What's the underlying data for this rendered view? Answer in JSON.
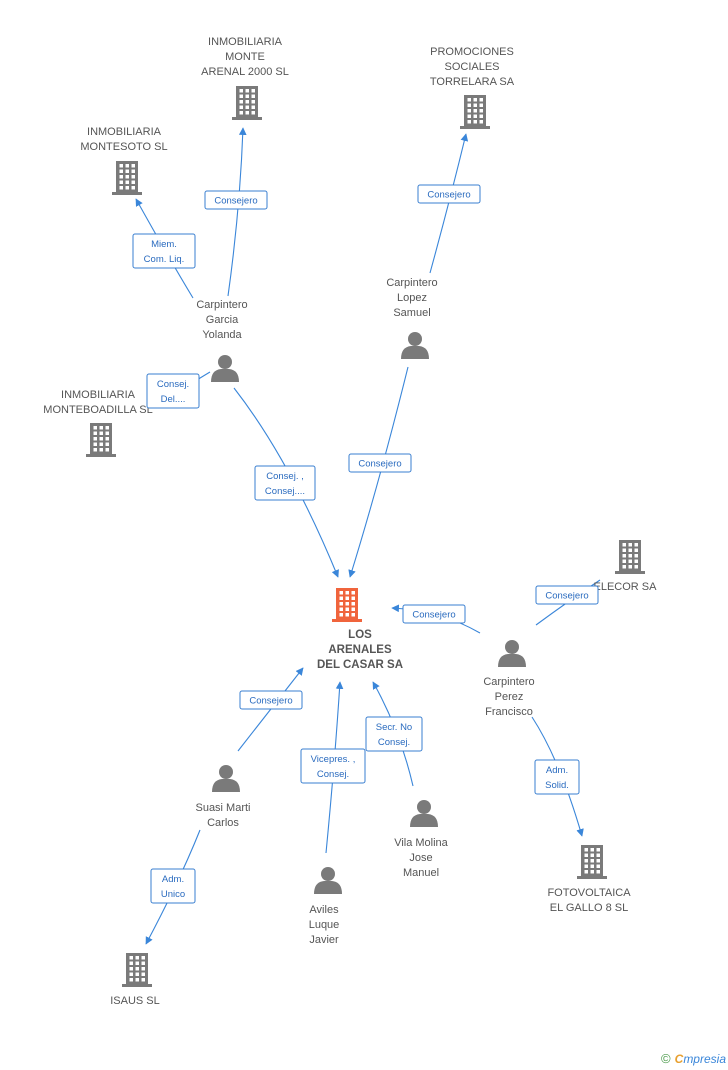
{
  "colors": {
    "edge": "#3a86d9",
    "main_company": "#f0643c",
    "company": "#7a7a7a",
    "person": "#7a7a7a"
  },
  "nodes": [
    {
      "id": "main",
      "type": "company",
      "main": true,
      "lines": [
        "LOS",
        "ARENALES",
        "DEL CASAR SA"
      ]
    },
    {
      "id": "inm_monte",
      "type": "company",
      "lines": [
        "INMOBILIARIA",
        "MONTE",
        "ARENAL 2000 SL"
      ]
    },
    {
      "id": "promociones",
      "type": "company",
      "lines": [
        "PROMOCIONES",
        "SOCIALES",
        "TORRELARA SA"
      ]
    },
    {
      "id": "montesoto",
      "type": "company",
      "lines": [
        "INMOBILIARIA",
        "MONTESOTO SL"
      ]
    },
    {
      "id": "monteboadilla",
      "type": "company",
      "lines": [
        "INMOBILIARIA",
        "MONTEBOADILLA SL"
      ]
    },
    {
      "id": "elecor",
      "type": "company",
      "lines": [
        "ELECOR SA"
      ]
    },
    {
      "id": "fotovoltaica",
      "type": "company",
      "lines": [
        "FOTOVOLTAICA",
        "EL GALLO 8 SL"
      ]
    },
    {
      "id": "isaus",
      "type": "company",
      "lines": [
        "ISAUS SL"
      ]
    },
    {
      "id": "yolanda",
      "type": "person",
      "lines": [
        "Carpintero",
        "Garcia",
        "Yolanda"
      ]
    },
    {
      "id": "samuel",
      "type": "person",
      "lines": [
        "Carpintero",
        "Lopez",
        "Samuel"
      ]
    },
    {
      "id": "francisco",
      "type": "person",
      "lines": [
        "Carpintero",
        "Perez",
        "Francisco"
      ]
    },
    {
      "id": "suasi",
      "type": "person",
      "lines": [
        "Suasi Marti",
        "Carlos"
      ]
    },
    {
      "id": "aviles",
      "type": "person",
      "lines": [
        "Aviles",
        "Luque",
        "Javier"
      ]
    },
    {
      "id": "vila",
      "type": "person",
      "lines": [
        "Vila Molina",
        "Jose",
        "Manuel"
      ]
    }
  ],
  "edges": [
    {
      "from": "yolanda",
      "to": "inm_monte",
      "label": [
        "Consejero"
      ]
    },
    {
      "from": "yolanda",
      "to": "montesoto",
      "label": [
        "Miem.",
        "Com. Liq."
      ]
    },
    {
      "from": "yolanda",
      "to": "monteboadilla",
      "label": [
        "Consej.",
        "Del...."
      ]
    },
    {
      "from": "yolanda",
      "to": "main",
      "label": [
        "Consej. ,",
        "Consej...."
      ]
    },
    {
      "from": "samuel",
      "to": "promociones",
      "label": [
        "Consejero"
      ]
    },
    {
      "from": "samuel",
      "to": "main",
      "label": [
        "Consejero"
      ]
    },
    {
      "from": "francisco",
      "to": "main",
      "label": [
        "Consejero"
      ]
    },
    {
      "from": "francisco",
      "to": "elecor",
      "label": [
        "Consejero"
      ]
    },
    {
      "from": "francisco",
      "to": "fotovoltaica",
      "label": [
        "Adm.",
        "Solid."
      ]
    },
    {
      "from": "suasi",
      "to": "main",
      "label": [
        "Consejero"
      ]
    },
    {
      "from": "suasi",
      "to": "isaus",
      "label": [
        "Adm.",
        "Unico"
      ]
    },
    {
      "from": "aviles",
      "to": "main",
      "label": [
        "Vicepres. ,",
        "Consej."
      ]
    },
    {
      "from": "vila",
      "to": "main",
      "label": [
        "Secr.  No",
        "Consej."
      ]
    }
  ],
  "footer": {
    "copyright": "©",
    "brand_initial": "C",
    "brand_rest": "mpresia"
  }
}
